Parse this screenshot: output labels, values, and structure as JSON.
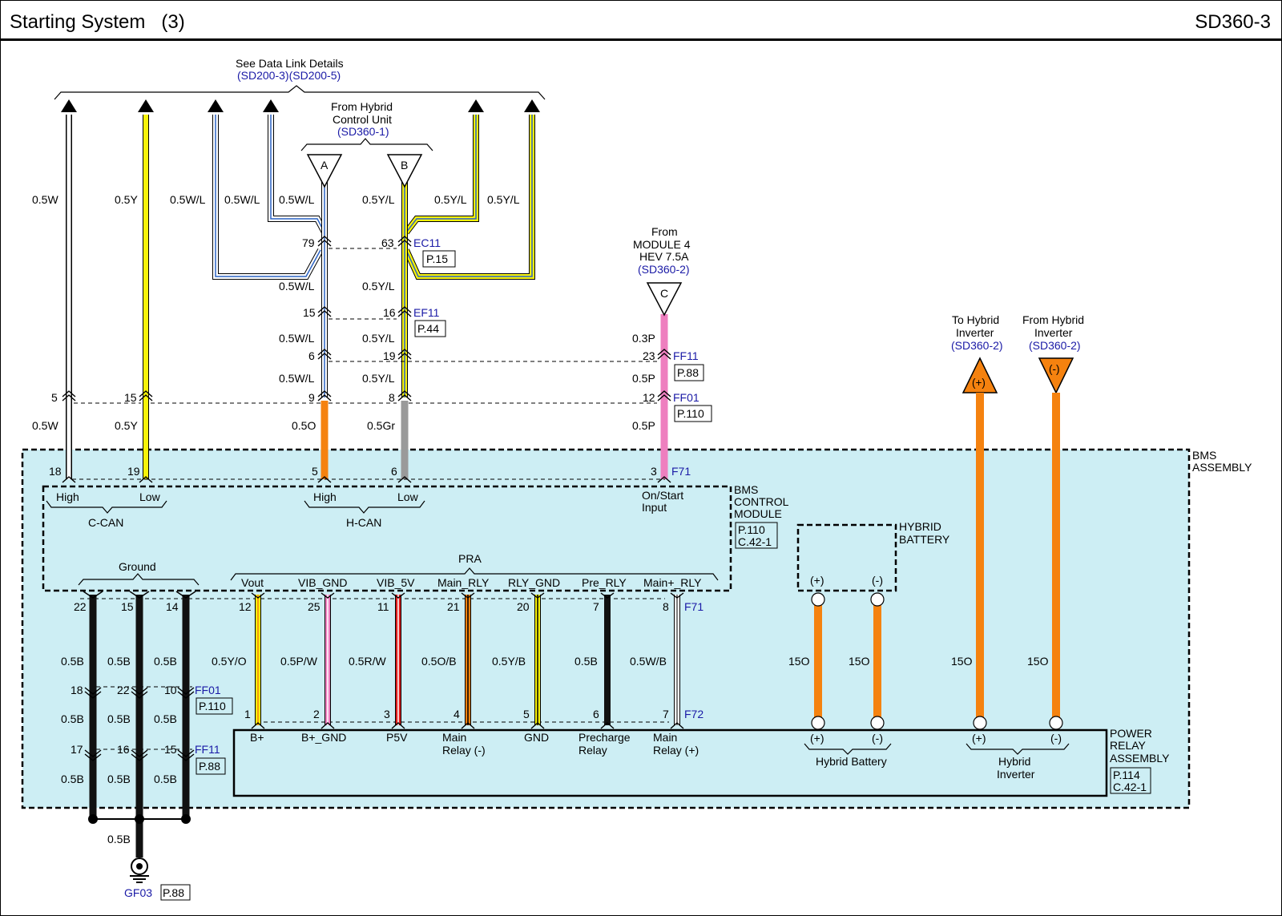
{
  "header": {
    "title": "Starting System   (3)",
    "sheet": "SD360-3"
  },
  "top": {
    "data_link": "See Data Link Details",
    "data_link_ref": "(SD200-3)(SD200-5)",
    "hcu_line1": "From Hybrid",
    "hcu_line2": "Control Unit",
    "hcu_ref": "(SD360-1)",
    "module4_line1": "From",
    "module4_line2": "MODULE 4",
    "module4_line3": "HEV 7.5A",
    "module4_ref": "(SD360-2)",
    "to_inv_line1": "To Hybrid",
    "to_inv_line2": "Inverter",
    "to_inv_ref": "(SD360-2)",
    "from_inv_line1": "From Hybrid",
    "from_inv_line2": "Inverter",
    "from_inv_ref": "(SD360-2)"
  },
  "connectors_ref": {
    "ec11": "EC11",
    "ec11_page": "P.15",
    "ef11": "EF11",
    "ef11_page": "P.44",
    "ff11": "FF11",
    "ff11_page": "P.88",
    "ff01": "FF01",
    "ff01_page": "P.110",
    "f71": "F71",
    "f72": "F72",
    "ff01_low": "FF01",
    "ff01_low_page": "P.110",
    "ff11_low": "FF11",
    "ff11_low_page": "P.88",
    "gf03": "GF03",
    "gf03_page": "P.88"
  },
  "wire_labels": {
    "w1": "0.5W",
    "y1": "0.5Y",
    "wl1": "0.5W/L",
    "wl2": "0.5W/L",
    "wl3": "0.5W/L",
    "yl1": "0.5Y/L",
    "yl2": "0.5Y/L",
    "yl3": "0.5Y/L",
    "wl4": "0.5W/L",
    "yl4": "0.5Y/L",
    "wl5": "0.5W/L",
    "yl5": "0.5Y/L",
    "wl6": "0.5W/L",
    "yl6": "0.5Y/L",
    "w2": "0.5W",
    "y2": "0.5Y",
    "o1": "0.5O",
    "gr1": "0.5Gr",
    "p3": "0.3P",
    "p5a": "0.5P",
    "p5b": "0.5P",
    "b1": "0.5B",
    "b2": "0.5B",
    "b3": "0.5B",
    "b4": "0.5B",
    "b5": "0.5B",
    "b6": "0.5B",
    "b7": "0.5B",
    "b8": "0.5B",
    "b9": "0.5B",
    "b10": "0.5B",
    "yo": "0.5Y/O",
    "pw": "0.5P/W",
    "rw": "0.5R/W",
    "ob": "0.5O/B",
    "yb": "0.5Y/B",
    "bb": "0.5B",
    "wb": "0.5W/B",
    "o15a": "15O",
    "o15b": "15O",
    "o15c": "15O",
    "o15d": "15O"
  },
  "pins": {
    "p79": "79",
    "p63": "63",
    "p15": "15",
    "p16": "16",
    "p6": "6",
    "p19": "19",
    "p23": "23",
    "p5": "5",
    "p15b": "15",
    "p9": "9",
    "p8": "8",
    "p12": "12",
    "p18": "18",
    "p19b": "19",
    "p5b": "5",
    "p6b": "6",
    "p3": "3",
    "g22": "22",
    "g15": "15",
    "g14": "14",
    "r12": "12",
    "r25": "25",
    "r11": "11",
    "r21": "21",
    "r20": "20",
    "r7": "7",
    "r8": "8",
    "g18": "18",
    "g22b": "22",
    "g10": "10",
    "g17": "17",
    "g16": "16",
    "g15b": "15",
    "q1": "1",
    "q2": "2",
    "q3": "3",
    "q4": "4",
    "q5": "5",
    "q6": "6",
    "q7": "7"
  },
  "bms": {
    "assembly_l1": "BMS",
    "assembly_l2": "ASSEMBLY",
    "control_l1": "BMS",
    "control_l2": "CONTROL",
    "control_l3": "MODULE",
    "control_page": "P.110",
    "control_conn": "C.42-1",
    "ccan_high": "High",
    "ccan_low": "Low",
    "ccan": "C-CAN",
    "hcan_high": "High",
    "hcan_low": "Low",
    "hcan": "H-CAN",
    "onstart_l1": "On/Start",
    "onstart_l2": "Input",
    "ground": "Ground",
    "pra": "PRA",
    "vout": "Vout",
    "vib_gnd": "VIB_GND",
    "vib_5v": "VIB_5V",
    "main_rly": "Main_RLY",
    "rly_gnd": "RLY_GND",
    "pre_rly": "Pre_RLY",
    "mainp_rly": "Main+_RLY",
    "hb_l1": "HYBRID",
    "hb_l2": "BATTERY",
    "hb_plus": "(+)",
    "hb_minus": "(-)"
  },
  "pra_asm": {
    "bplus": "B+",
    "bplus_gnd": "B+_GND",
    "p5v": "P5V",
    "mainm_l1": "Main",
    "mainm_l2": "Relay (-)",
    "gnd": "GND",
    "pre_l1": "Precharge",
    "pre_l2": "Relay",
    "mainp_l1": "Main",
    "mainp_l2": "Relay (+)",
    "hb_plus": "(+)",
    "hb_minus": "(-)",
    "hb_label": "Hybrid Battery",
    "hi_plus": "(+)",
    "hi_minus": "(-)",
    "hi_l1": "Hybrid",
    "hi_l2": "Inverter",
    "asm_l1": "POWER",
    "asm_l2": "RELAY",
    "asm_l3": "ASSEMBLY",
    "asm_page": "P.114",
    "asm_conn": "C.42-1"
  },
  "symbols": {
    "a": "A",
    "b": "B",
    "c": "C",
    "plus": "(+)",
    "minus": "(-)"
  },
  "colors": {
    "bms_fill": "#cdeef4",
    "ref_text": "#1a1aa6",
    "white_wire": "#ffffff",
    "yellow_wire": "#f7f30a",
    "blue_stripe": "#2b63c4",
    "orange_wire": "#f5820f",
    "gray_wire": "#9a9a9a",
    "pink_wire": "#ee7fbf",
    "black_wire": "#111111",
    "red_wire": "#e01b1b"
  }
}
